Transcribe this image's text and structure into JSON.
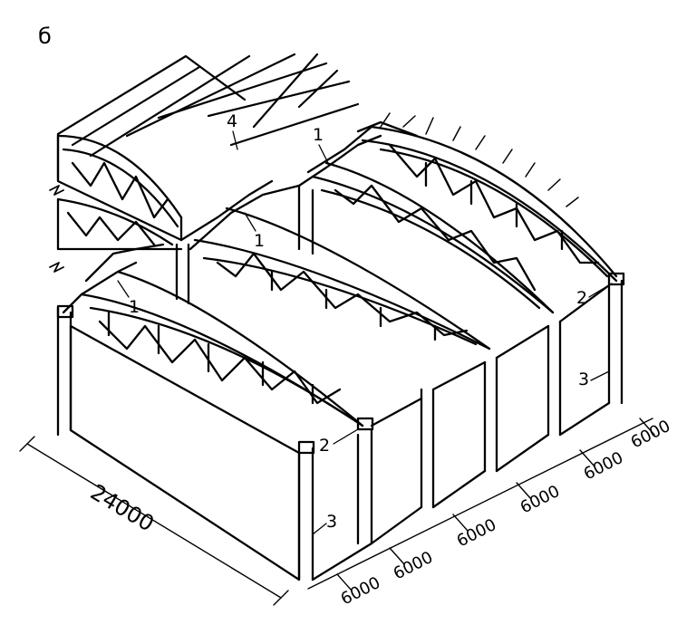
{
  "figure": {
    "letter": "б",
    "callouts": {
      "truss": "1",
      "column_cap": "2",
      "column": "3",
      "purlin": "4"
    },
    "dimensions": {
      "span": "24000",
      "bay_pitch": "6000",
      "bays_front_count": 3,
      "bays_right_count": 3
    }
  },
  "colors": {
    "ink": "#000000",
    "paper": "#ffffff"
  }
}
